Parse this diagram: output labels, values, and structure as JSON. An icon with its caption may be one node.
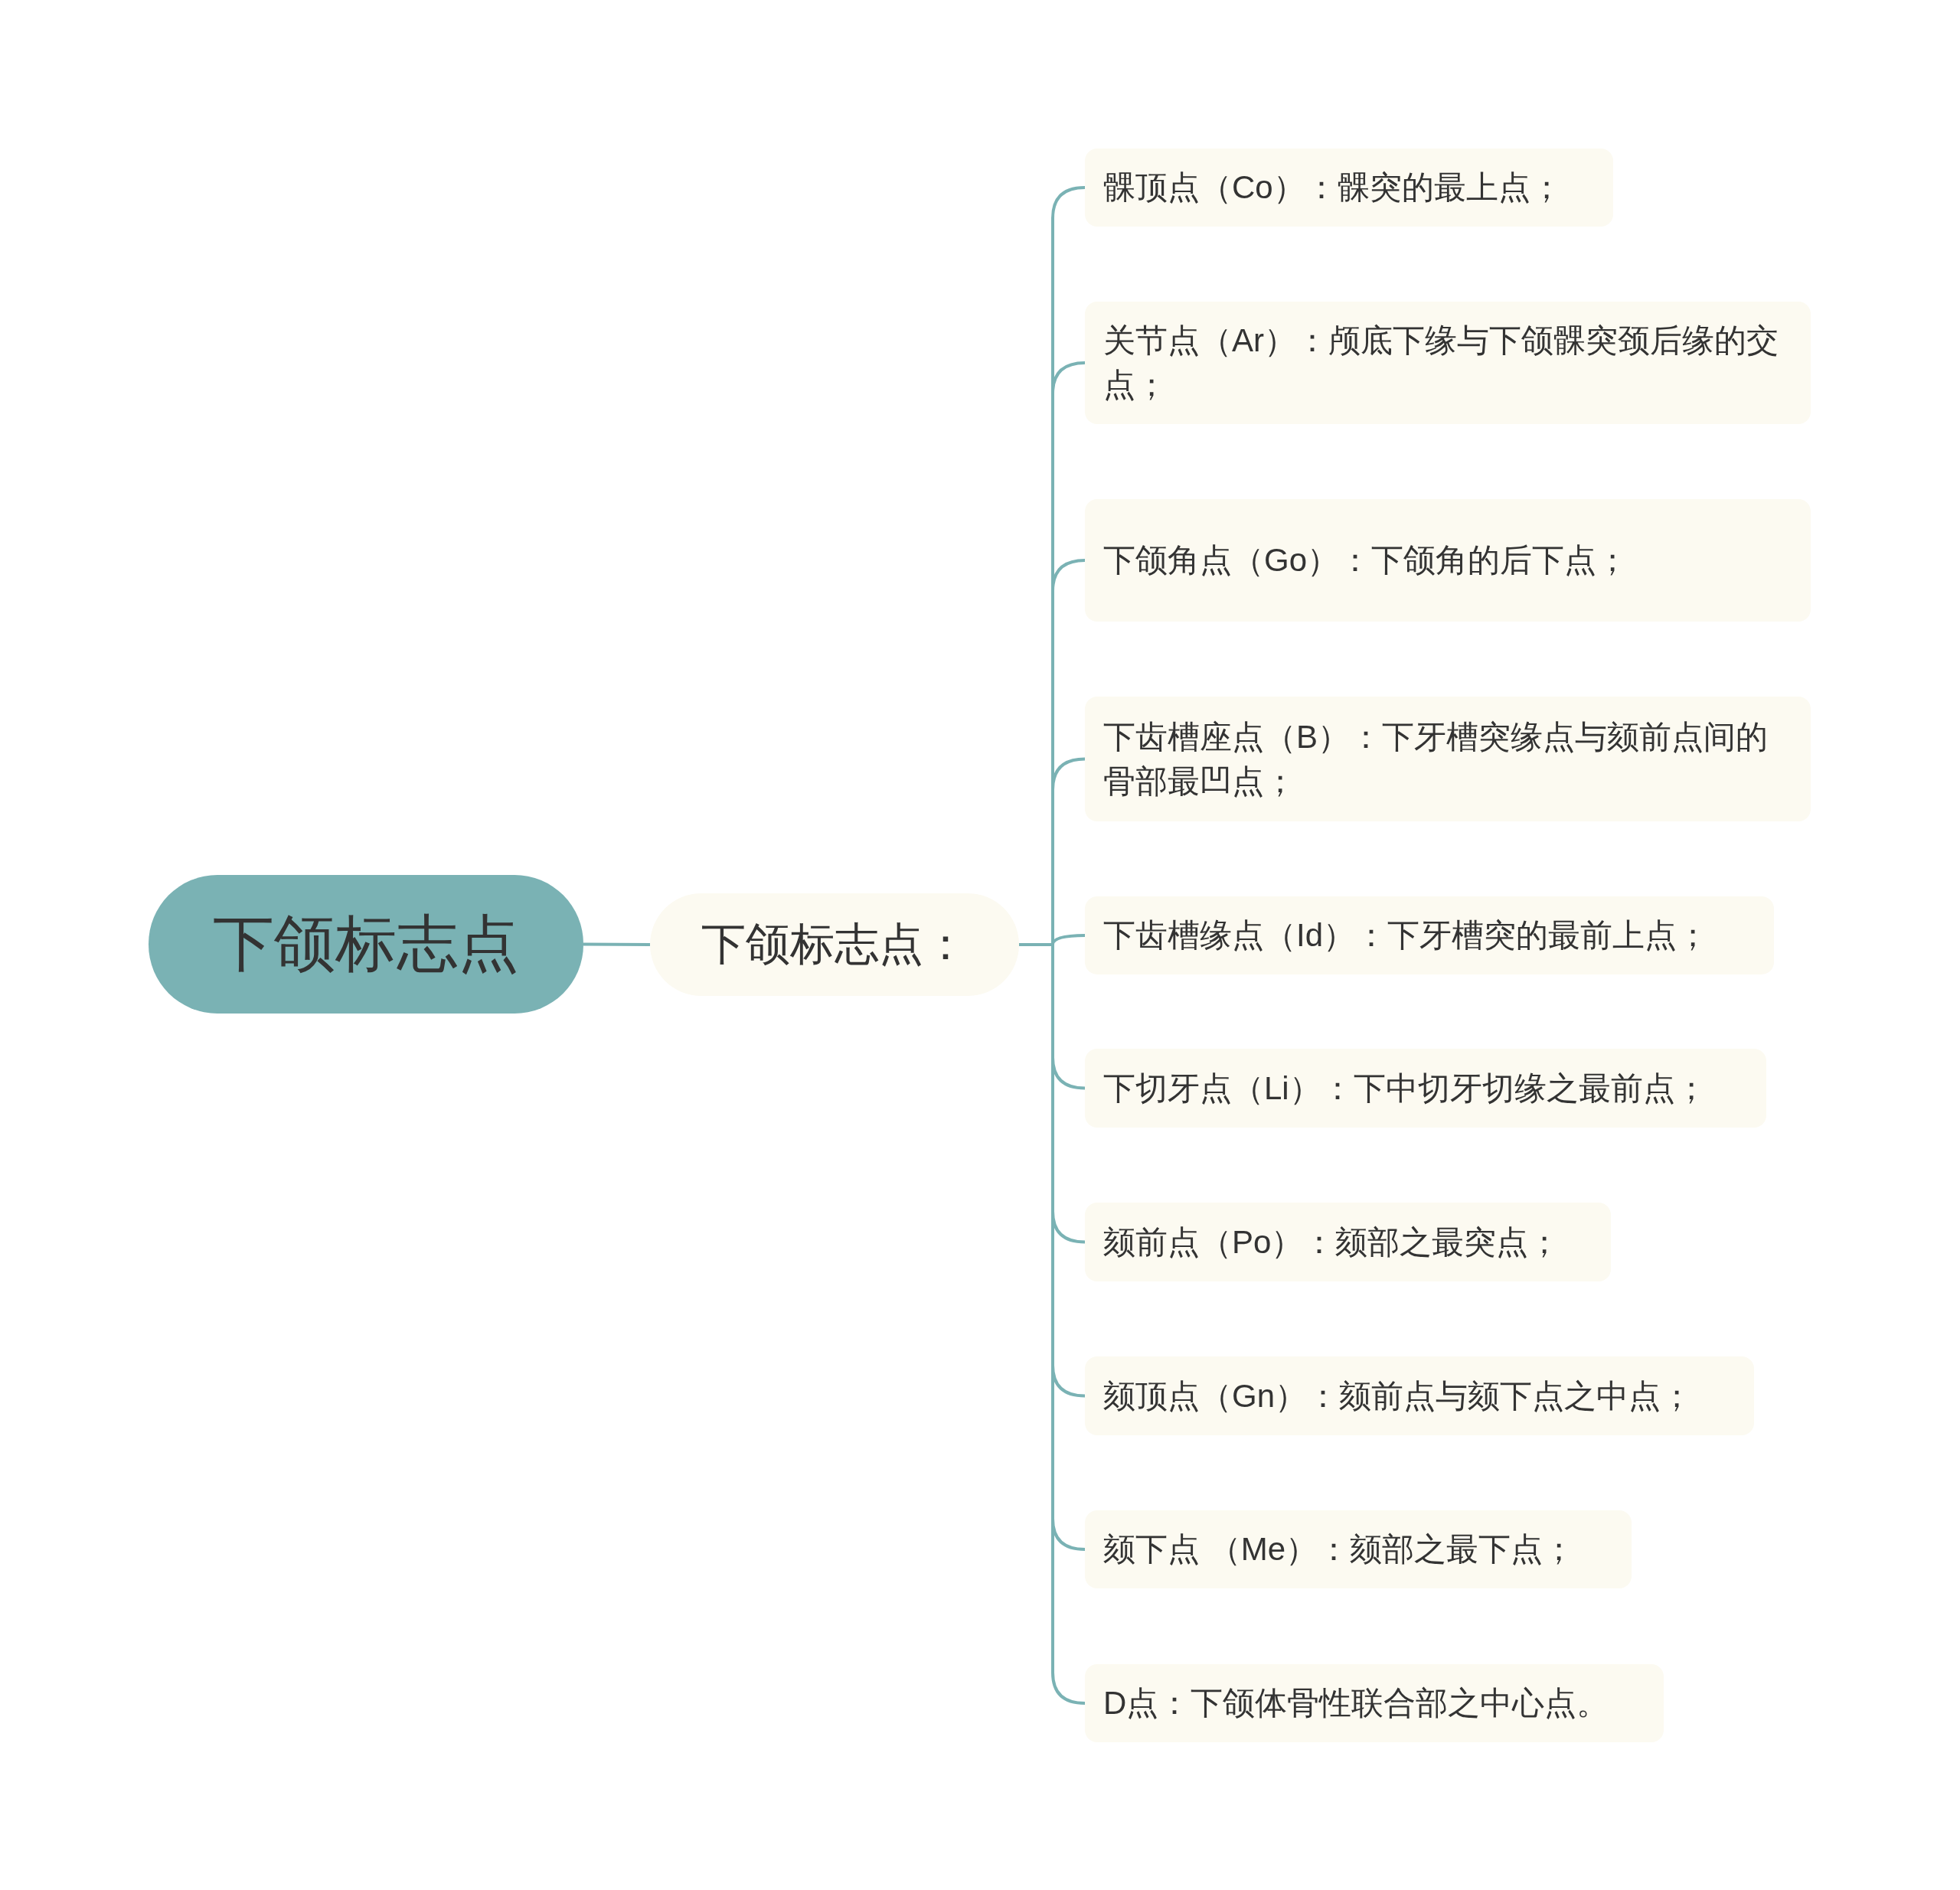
{
  "diagram": {
    "nodes": [
      {
        "text": [
          "下颌标志点"
        ]
      },
      {
        "text": [
          "下颌标志点："
        ]
      },
      {
        "text": [
          "髁顶点（Co）：髁突的最上点；"
        ]
      },
      {
        "text": [
          "关节点（Ar）：颅底下缘与下颌髁突颈后缘的交点；"
        ]
      },
      {
        "text": [
          "下颌角点（Go）：下颌角的后下点；"
        ]
      },
      {
        "text": [
          "下齿槽座点（B）：下牙槽突缘点与颏前点间的骨部最凹点；"
        ]
      },
      {
        "text": [
          "下齿槽缘点（Id）：下牙槽突的最前上点；"
        ]
      },
      {
        "text": [
          "下切牙点（Li）：下中切牙切缘之最前点；"
        ]
      },
      {
        "text": [
          "颏前点（Po）：颏部之最突点；"
        ]
      },
      {
        "text": [
          "颏顶点（Gn）：颏前点与颏下点之中点；"
        ]
      },
      {
        "text": [
          "颏下点 （Me）：颏部之最下点；"
        ]
      },
      {
        "text": [
          "D点：下颌体骨性联合部之中心点。"
        ]
      }
    ],
    "edges": [
      {
        "from": 0,
        "to": 1,
        "arrow": "none"
      },
      {
        "from": 1,
        "to": 2,
        "arrow": "none"
      },
      {
        "from": 1,
        "to": 3,
        "arrow": "none"
      },
      {
        "from": 1,
        "to": 4,
        "arrow": "none"
      },
      {
        "from": 1,
        "to": 5,
        "arrow": "none"
      },
      {
        "from": 1,
        "to": 6,
        "arrow": "none"
      },
      {
        "from": 1,
        "to": 7,
        "arrow": "none"
      },
      {
        "from": 1,
        "to": 8,
        "arrow": "none"
      },
      {
        "from": 1,
        "to": 9,
        "arrow": "none"
      },
      {
        "from": 1,
        "to": 10,
        "arrow": "none"
      },
      {
        "from": 1,
        "to": 11,
        "arrow": "none"
      }
    ]
  }
}
